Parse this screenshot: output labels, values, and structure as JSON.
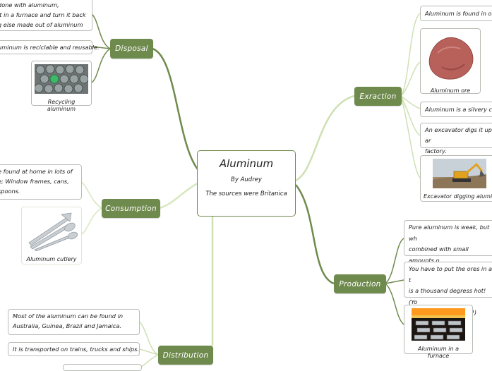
{
  "center": {
    "title": "Aluminum",
    "author": "By Audrey",
    "sources": "The sources were Britanica"
  },
  "colors": {
    "dark_branch": "#6f8a4d",
    "light_link": "#cfe0b4"
  },
  "disposal": {
    "label": "Disposal",
    "items": [
      "done with aluminum,\nlt in a furnace and turn it back\ng else made out of aluminum",
      "uminum is reciclable and reusable."
    ],
    "image_caption": "Recycling aluminum"
  },
  "consumption": {
    "label": "Consumption",
    "items": [
      "e found at home in lots of\ne; Window frames, cans,\nspoons."
    ],
    "image_caption": "Aluminum cutlery"
  },
  "distribution": {
    "label": "Distribution",
    "items": [
      "Most of the aluminum can be found in\nAustralia, Guinea, Brazil and Jamaica.",
      "It is transported on trains, trucks and ships."
    ]
  },
  "extraction": {
    "label": "Exraction",
    "items": [
      "Aluminum is found in ore",
      "Aluminum is a silvery colo",
      "An excavator digs it up ar\nfactory."
    ],
    "ore_caption": "Aluminum ore",
    "excavator_caption": "Excavator digging alumino"
  },
  "production": {
    "label": "Production",
    "items": [
      "Pure aluminum is weak, but wh\ncombined with small amounts o\niron it is hard and strong.",
      "You have to put the ores in a t\nis a thousand degress hot! (Yo\nat home and don't try!)"
    ],
    "image_caption": "Aluminum in a furnace"
  }
}
